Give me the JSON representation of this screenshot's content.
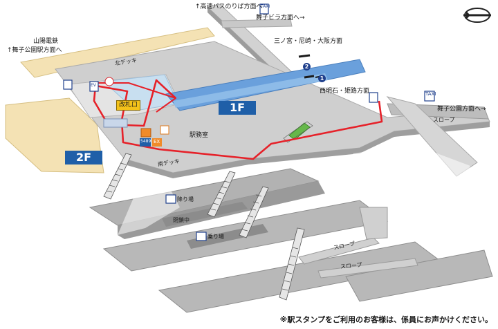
{
  "labels": {
    "bus_direction": "↑高速バスのりば方面へ",
    "maiko_villa": "舞子ビラ方面へ→",
    "sannomiya": "三ノ宮・尼崎・大阪方面",
    "nishiakashi": "西明石・姫路方面",
    "maiko_park_right": "舞子公園方面へ→",
    "slope_right": "スロープ",
    "sanyo_line": "山陽電鉄",
    "sanyo_direction": "↑舞子公園駅方面へ",
    "north_deck": "北デッキ",
    "south_deck": "南デッキ",
    "gate": "改札口",
    "ticket_office": "駅務室",
    "bus_stop_top": "降り場",
    "closed": "閉鎖中",
    "bus_stop_bottom": "乗り場",
    "slope_lower_1": "スロープ",
    "slope_lower_2": "スロープ",
    "floor_1f": "1F",
    "floor_2f": "2F",
    "platform_1": "1",
    "platform_2": "2",
    "icon_taxi": "TAXI",
    "icon_ex": "EX",
    "icon_5489": "5489",
    "icon_elevator": "EV"
  },
  "footer": {
    "stamp_note": "※駅スタンプをご利用のお客様は、係員にお声かけください。"
  },
  "colors": {
    "route": "#e62129",
    "platform_blue": "#6aa0dc",
    "floor_badge": "#1f5fa8",
    "concourse": "#c8dff0",
    "beige": "#f4e2b4",
    "gray_dark": "#8c8c8c",
    "gray_mid": "#b4b4b4",
    "gray_light": "#d4d4d4"
  }
}
